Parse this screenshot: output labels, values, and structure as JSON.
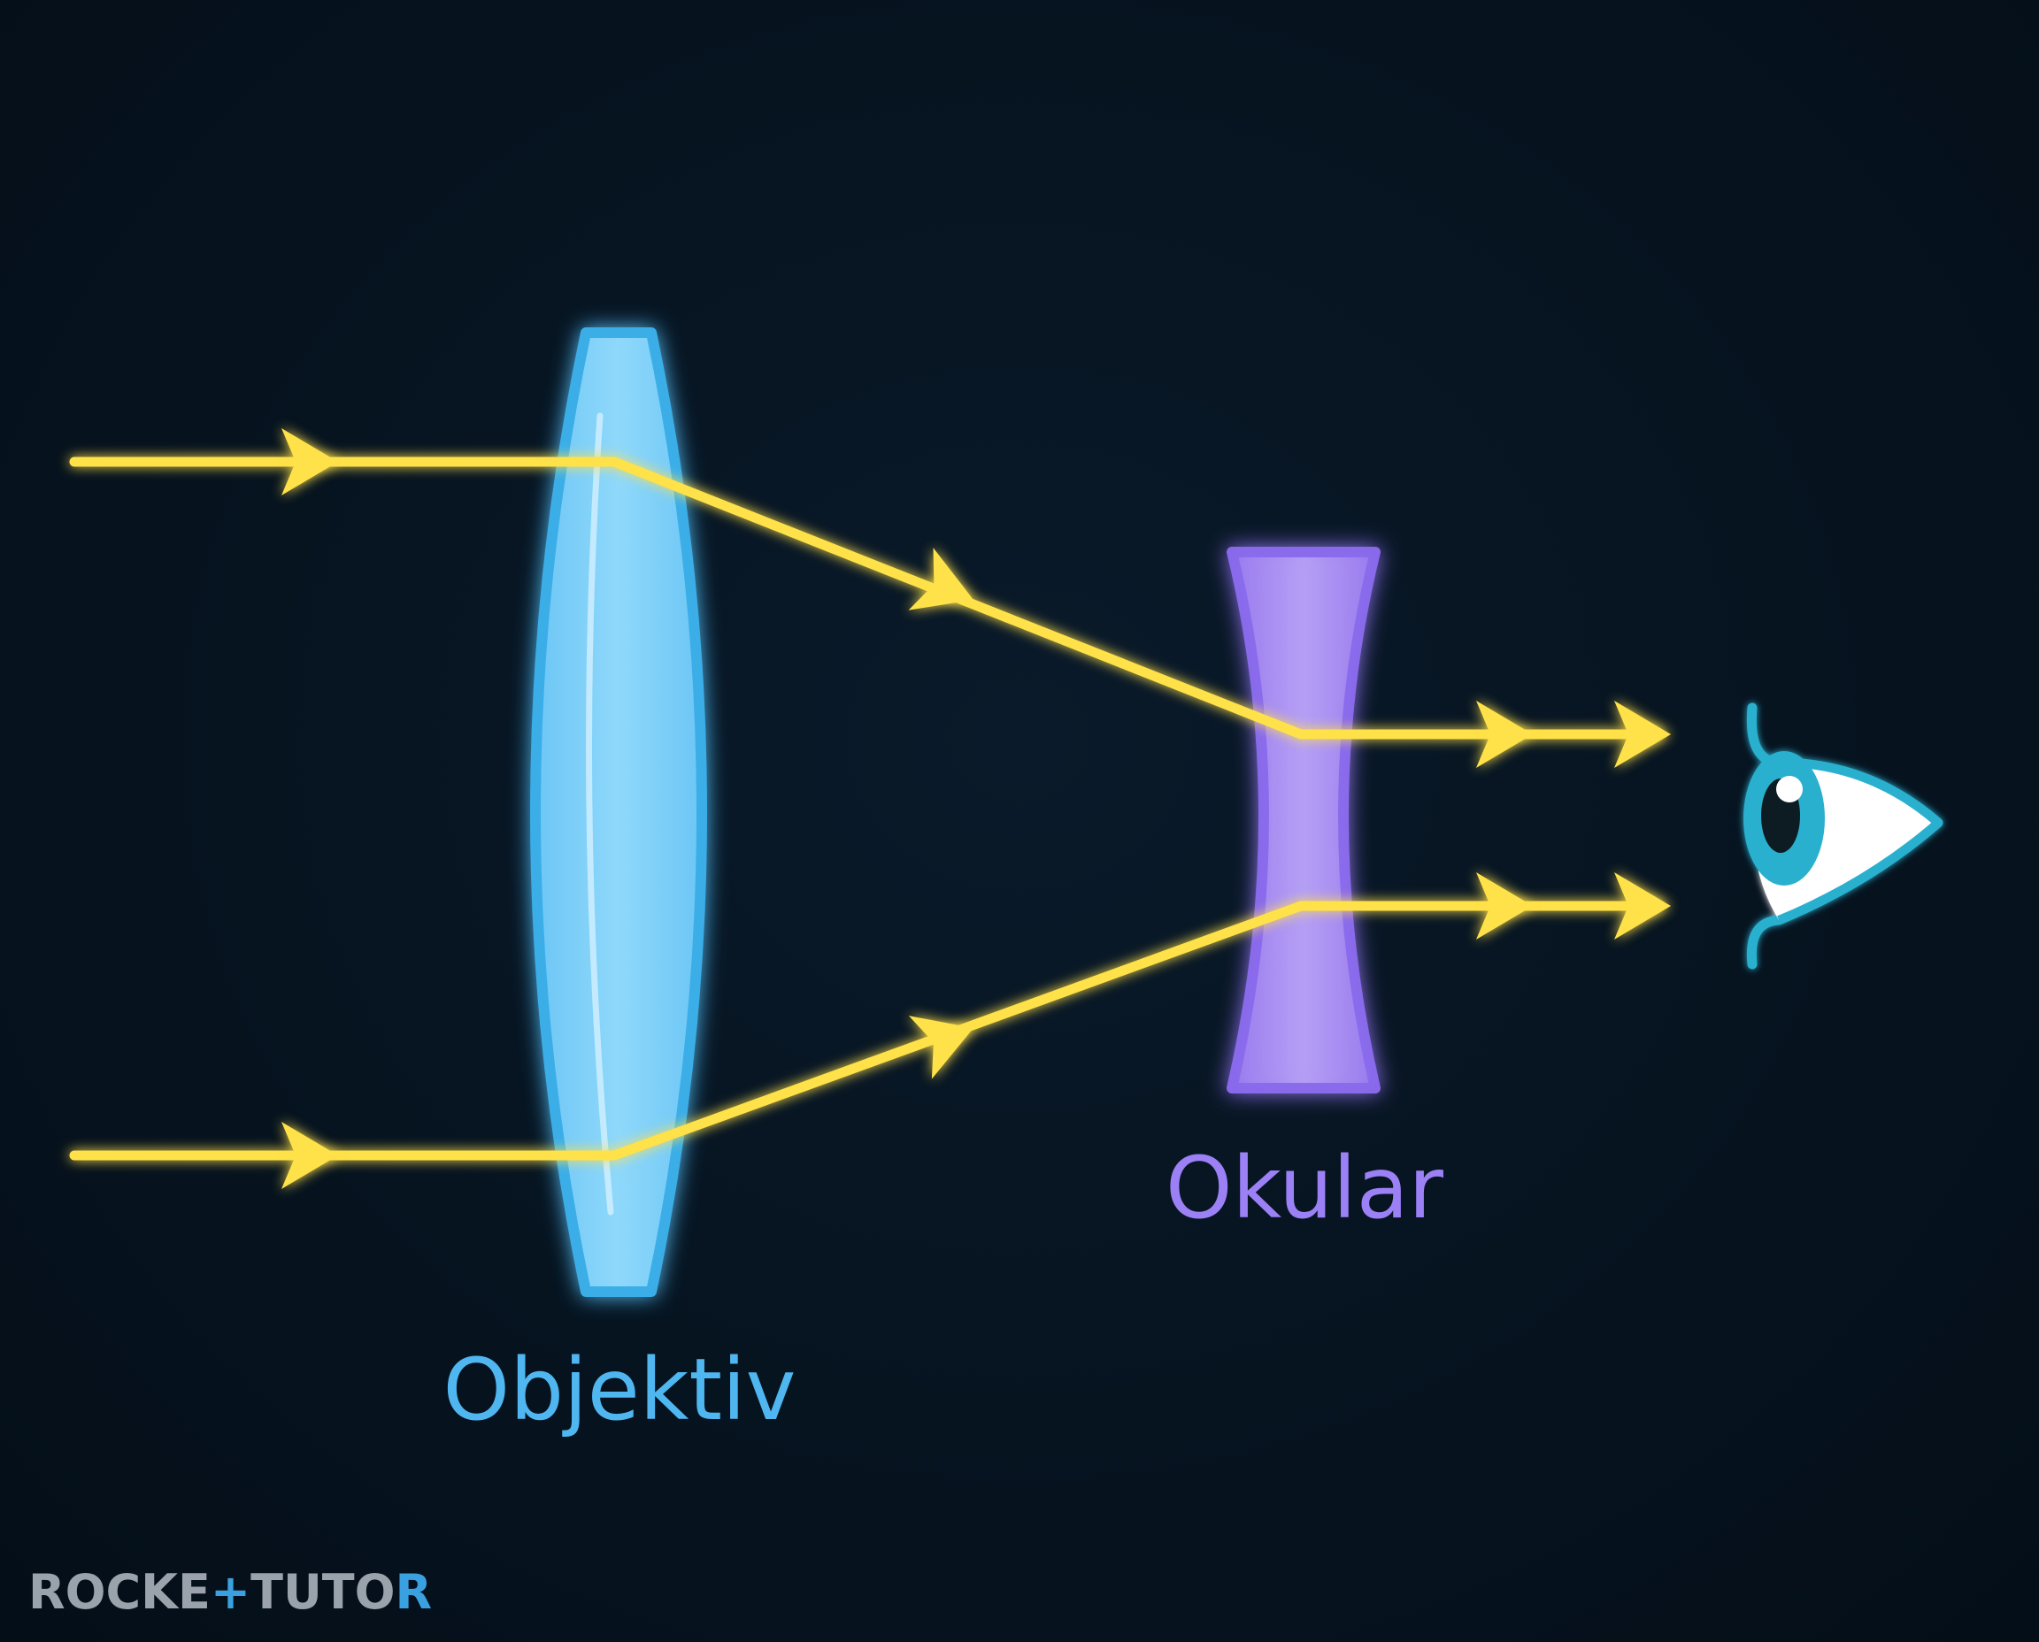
{
  "diagram": {
    "labels": {
      "objective": "Objektiv",
      "eyepiece": "Okular"
    },
    "watermark": {
      "part1": "ROCKE",
      "part2": "TUTO",
      "part3": "R"
    },
    "colors": {
      "background": "#06131f",
      "ray": "#ffe14a",
      "objective_lens": "#7fd0fa",
      "objective_edge": "#3aaee8",
      "objective_label": "#4fb6f0",
      "eyepiece_lens": "#a88bf2",
      "eyepiece_edge": "#8c6cf0",
      "eyepiece_label": "#9c80f5",
      "eye": "#2bb0cf",
      "watermark_gray": "#9aa3ab",
      "watermark_blue": "#3aa0e0"
    },
    "icons": {
      "eye": "eye-icon",
      "arrow": "arrowhead-icon"
    }
  }
}
